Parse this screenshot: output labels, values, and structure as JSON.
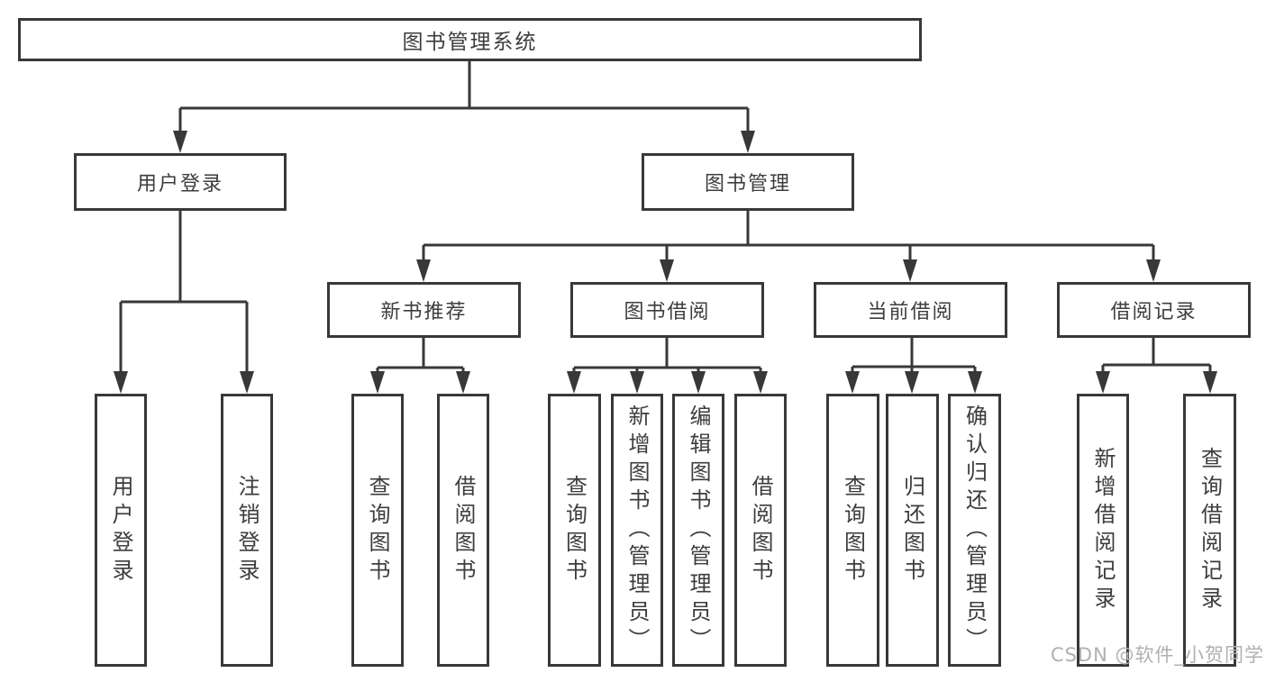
{
  "tree": {
    "root": {
      "label": "图书管理系统"
    },
    "branches": [
      {
        "label": "用户登录",
        "children": [
          {
            "label": "用户登录"
          },
          {
            "label": "注销登录"
          }
        ]
      },
      {
        "label": "图书管理",
        "groups": [
          {
            "label": "新书推荐",
            "children": [
              {
                "label": "查询图书"
              },
              {
                "label": "借阅图书"
              }
            ]
          },
          {
            "label": "图书借阅",
            "children": [
              {
                "label": "查询图书"
              },
              {
                "label": "新增图书（管理员）"
              },
              {
                "label": "编辑图书（管理员）"
              },
              {
                "label": "借阅图书"
              }
            ]
          },
          {
            "label": "当前借阅",
            "children": [
              {
                "label": "查询图书"
              },
              {
                "label": "归还图书"
              },
              {
                "label": "确认归还（管理员）"
              }
            ]
          },
          {
            "label": "借阅记录",
            "children": [
              {
                "label": "新增借阅记录"
              },
              {
                "label": "查询借阅记录"
              }
            ]
          }
        ]
      }
    ]
  },
  "watermark": "CSDN @软件_小贺同学",
  "colors": {
    "line": "#383838",
    "text": "#3d3d3d",
    "watermark": "#b0b0b0",
    "background": "#ffffff"
  }
}
